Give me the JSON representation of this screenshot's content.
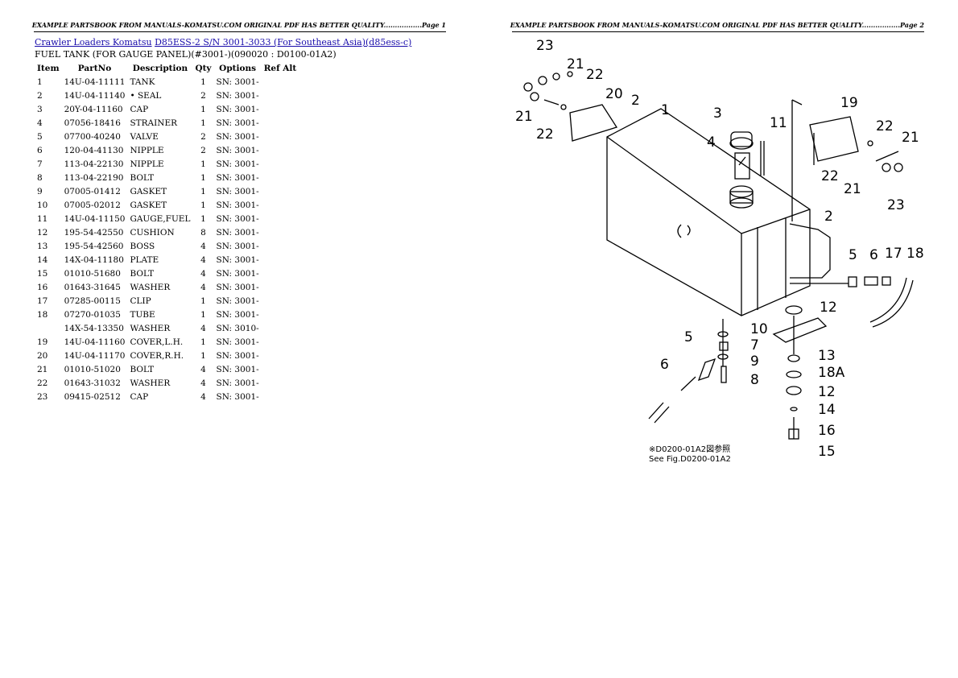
{
  "header": {
    "left_title": "EXAMPLE PARTSBOOK FROM MANUALS-KOMATSU.COM ORIGINAL PDF HAS BETTER QUALITY.................Page 1",
    "right_title": "EXAMPLE PARTSBOOK FROM MANUALS-KOMATSU.COM ORIGINAL PDF HAS BETTER QUALITY.................Page 2"
  },
  "breadcrumb": {
    "link1": "Crawler Loaders Komatsu",
    "link2": "D85ESS-2 S/N 3001-3033 (For Southeast Asia)(d85ess-c)"
  },
  "subtitle": "FUEL TANK (FOR GAUGE PANEL)(#3001-)(090020 : D0100-01A2)",
  "table": {
    "headers": [
      "Item",
      "PartNo",
      "Description",
      "Qty",
      "Options",
      "Ref Alt"
    ],
    "rows": [
      [
        "1",
        "14U-04-11111",
        "TANK",
        "1",
        "SN: 3001-",
        ""
      ],
      [
        "2",
        "14U-04-11140",
        "• SEAL",
        "2",
        "SN: 3001-",
        ""
      ],
      [
        "3",
        "20Y-04-11160",
        "CAP",
        "1",
        "SN: 3001-",
        ""
      ],
      [
        "4",
        "07056-18416",
        "STRAINER",
        "1",
        "SN: 3001-",
        ""
      ],
      [
        "5",
        "07700-40240",
        "VALVE",
        "2",
        "SN: 3001-",
        ""
      ],
      [
        "6",
        "120-04-41130",
        "NIPPLE",
        "2",
        "SN: 3001-",
        ""
      ],
      [
        "7",
        "113-04-22130",
        "NIPPLE",
        "1",
        "SN: 3001-",
        ""
      ],
      [
        "8",
        "113-04-22190",
        "BOLT",
        "1",
        "SN: 3001-",
        ""
      ],
      [
        "9",
        "07005-01412",
        "GASKET",
        "1",
        "SN: 3001-",
        ""
      ],
      [
        "10",
        "07005-02012",
        "GASKET",
        "1",
        "SN: 3001-",
        ""
      ],
      [
        "11",
        "14U-04-11150",
        "GAUGE,FUEL",
        "1",
        "SN: 3001-",
        ""
      ],
      [
        "12",
        "195-54-42550",
        "CUSHION",
        "8",
        "SN: 3001-",
        ""
      ],
      [
        "13",
        "195-54-42560",
        "BOSS",
        "4",
        "SN: 3001-",
        ""
      ],
      [
        "14",
        "14X-04-11180",
        "PLATE",
        "4",
        "SN: 3001-",
        ""
      ],
      [
        "15",
        "01010-51680",
        "BOLT",
        "4",
        "SN: 3001-",
        ""
      ],
      [
        "16",
        "01643-31645",
        "WASHER",
        "4",
        "SN: 3001-",
        ""
      ],
      [
        "17",
        "07285-00115",
        "CLIP",
        "1",
        "SN: 3001-",
        ""
      ],
      [
        "18",
        "07270-01035",
        "TUBE",
        "1",
        "SN: 3001-",
        ""
      ],
      [
        "",
        "14X-54-13350",
        "WASHER",
        "4",
        "SN: 3010-",
        ""
      ],
      [
        "19",
        "14U-04-11160",
        "COVER,L.H.",
        "1",
        "SN: 3001-",
        ""
      ],
      [
        "20",
        "14U-04-11170",
        "COVER,R.H.",
        "1",
        "SN: 3001-",
        ""
      ],
      [
        "21",
        "01010-51020",
        "BOLT",
        "4",
        "SN: 3001-",
        ""
      ],
      [
        "22",
        "01643-31032",
        "WASHER",
        "4",
        "SN: 3001-",
        ""
      ],
      [
        "23",
        "09415-02512",
        "CAP",
        "4",
        "SN: 3001-",
        ""
      ]
    ]
  },
  "diagram": {
    "callouts": [
      "23",
      "21",
      "22",
      "21",
      "22",
      "20",
      "2",
      "1",
      "3",
      "4",
      "11",
      "19",
      "22",
      "21",
      "22",
      "21",
      "23",
      "2",
      "5",
      "6",
      "17",
      "18",
      "12",
      "10",
      "7",
      "5",
      "9",
      "6",
      "8",
      "13",
      "18A",
      "12",
      "14",
      "16",
      "15"
    ],
    "note_jp": "※D0200-01A2図参照",
    "note_en": "See Fig.D0200-01A2"
  },
  "colors": {
    "link": "#1a0dab",
    "text": "#000000",
    "background": "#ffffff"
  }
}
